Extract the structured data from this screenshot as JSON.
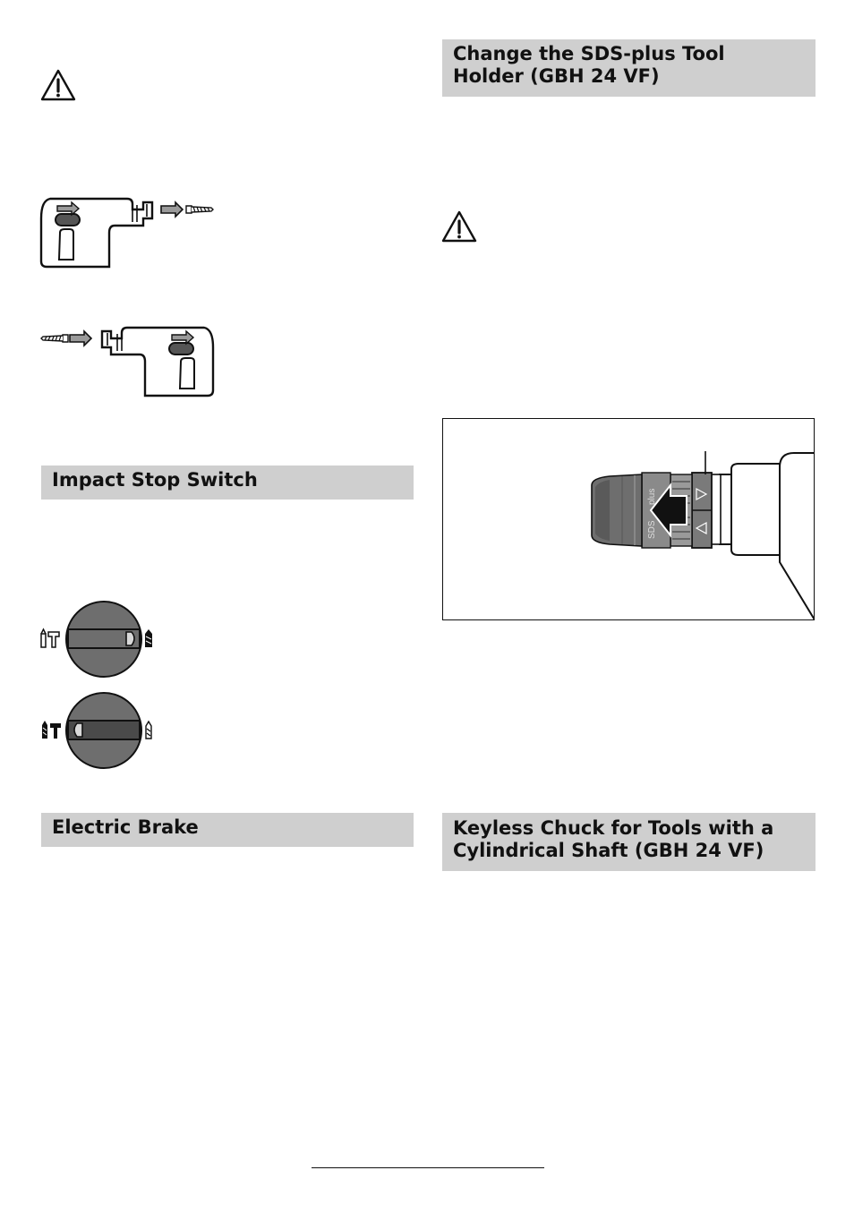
{
  "headings": {
    "change_tool_holder": [
      "Change the SDS-plus Tool",
      "Holder (GBH 24 VF)"
    ],
    "impact_stop_switch": "Impact Stop Switch",
    "electric_brake": "Electric Brake",
    "keyless_chuck": [
      "Keyless Chuck for Tools with a",
      "Cylindrical Shaft (GBH 24 VF)"
    ]
  },
  "figures": {
    "chuck_labels": {
      "sds": "SDS",
      "plus": "plus"
    }
  },
  "icons": [
    "warning-icon",
    "warning-icon",
    "drill-forward-rotation-icon",
    "drill-reverse-rotation-icon",
    "rotation-stop-dial-icon",
    "hammer-drill-dial-icon",
    "sds-chuck-release-icon"
  ],
  "colors": {
    "heading_bg": "#cfcfcf",
    "dial_fill": "#6e6e6e",
    "text": "#111111"
  }
}
